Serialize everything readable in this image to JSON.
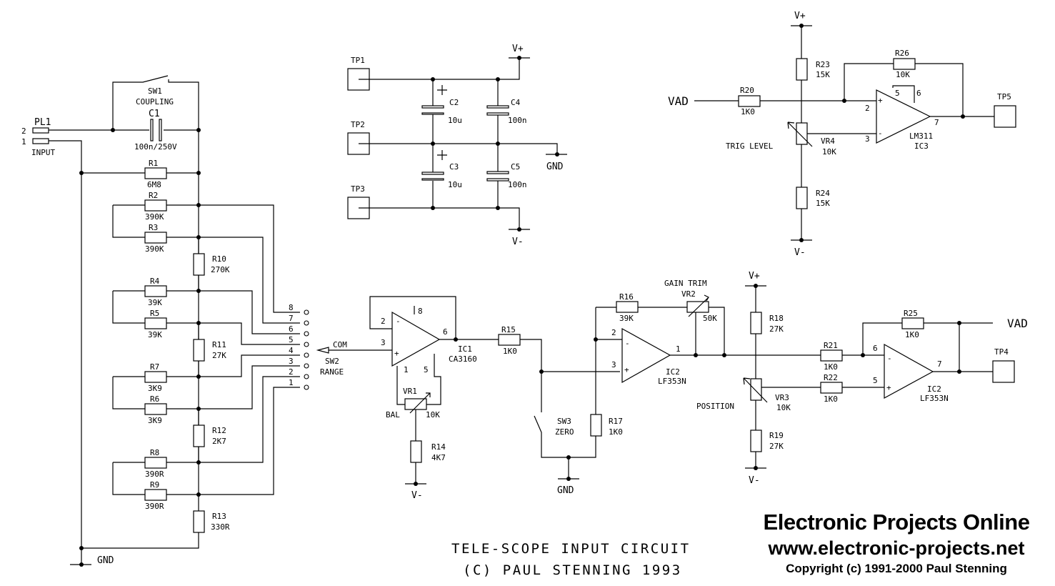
{
  "diagram": {
    "title_line1": "TELE-SCOPE INPUT CIRCUIT",
    "title_line2": "(C) PAUL STENNING 1993",
    "branding": {
      "name": "Electronic Projects Online",
      "url": "www.electronic-projects.net",
      "copyright": "Copyright (c) 1991-2000 Paul Stenning"
    },
    "colors": {
      "ink": "#000000",
      "background": "#ffffff"
    },
    "input_section": {
      "connector": {
        "ref": "PL1",
        "name": "INPUT",
        "pin2": "2",
        "pin1": "1"
      },
      "sw1": {
        "ref": "SW1",
        "name": "COUPLING"
      },
      "c1": {
        "ref": "C1",
        "value": "100n/250V"
      },
      "gnd": "GND",
      "resistors": [
        {
          "ref": "R1",
          "value": "6M8"
        },
        {
          "ref": "R2",
          "value": "390K"
        },
        {
          "ref": "R3",
          "value": "390K"
        },
        {
          "ref": "R4",
          "value": "39K"
        },
        {
          "ref": "R5",
          "value": "39K"
        },
        {
          "ref": "R7",
          "value": "3K9"
        },
        {
          "ref": "R6",
          "value": "3K9"
        },
        {
          "ref": "R8",
          "value": "390R"
        },
        {
          "ref": "R9",
          "value": "390R"
        },
        {
          "ref": "R10",
          "value": "270K"
        },
        {
          "ref": "R11",
          "value": "27K"
        },
        {
          "ref": "R12",
          "value": "2K7"
        },
        {
          "ref": "R13",
          "value": "330R"
        }
      ]
    },
    "range_switch": {
      "ref": "SW2",
      "name": "RANGE",
      "common": "COM",
      "positions": [
        "8",
        "7",
        "6",
        "5",
        "4",
        "3",
        "2",
        "1"
      ]
    },
    "supply_section": {
      "test_points": [
        "TP1",
        "TP2",
        "TP3"
      ],
      "vplus": "V+",
      "vminus": "V-",
      "gnd": "GND",
      "capacitors": [
        {
          "ref": "C2",
          "value": "10u"
        },
        {
          "ref": "C3",
          "value": "10u"
        },
        {
          "ref": "C4",
          "value": "100n"
        },
        {
          "ref": "C5",
          "value": "100n"
        }
      ],
      "polarity_mark": "+"
    },
    "buffer_stage": {
      "ic": {
        "ref": "IC1",
        "part": "CA3160"
      },
      "pins": {
        "inv": "2",
        "noninv": "3",
        "out": "6",
        "p8": "8",
        "p1": "1",
        "p5": "5"
      },
      "inv_sign": "-",
      "noninv_sign": "+",
      "vr1": {
        "ref": "VR1",
        "name": "BAL",
        "value": "10K"
      },
      "r14": {
        "ref": "R14",
        "value": "4K7"
      },
      "r15": {
        "ref": "R15",
        "value": "1K0"
      },
      "vminus": "V-"
    },
    "gain_stage": {
      "ic": {
        "ref": "IC2",
        "part": "LF353N"
      },
      "pins": {
        "inv": "2",
        "noninv": "3",
        "out": "1"
      },
      "r16": {
        "ref": "R16",
        "value": "39K"
      },
      "vr2": {
        "ref": "VR2",
        "name": "GAIN TRIM",
        "value": "50K"
      },
      "r17": {
        "ref": "R17",
        "value": "1K0"
      },
      "sw3": {
        "ref": "SW3",
        "name": "ZERO"
      },
      "gnd": "GND"
    },
    "position_stage": {
      "ic": {
        "ref": "IC2",
        "part": "LF353N"
      },
      "pins": {
        "inv": "6",
        "noninv": "5",
        "out": "7"
      },
      "r18": {
        "ref": "R18",
        "value": "27K"
      },
      "r19": {
        "ref": "R19",
        "value": "27K"
      },
      "vr3": {
        "ref": "VR3",
        "name": "POSITION",
        "value": "10K"
      },
      "r21": {
        "ref": "R21",
        "value": "1K0"
      },
      "r22": {
        "ref": "R22",
        "value": "1K0"
      },
      "r25": {
        "ref": "R25",
        "value": "1K0"
      },
      "output": "VAD",
      "test_point": "TP4",
      "vplus": "V+",
      "vminus": "V-"
    },
    "trigger_stage": {
      "ic": {
        "ref": "IC3",
        "part": "LM311"
      },
      "pins": {
        "noninv": "2",
        "inv": "3",
        "out": "7",
        "p5": "5",
        "p6": "6"
      },
      "input": "VAD",
      "r20": {
        "ref": "R20",
        "value": "1K0"
      },
      "r23": {
        "ref": "R23",
        "value": "15K"
      },
      "r24": {
        "ref": "R24",
        "value": "15K"
      },
      "r26": {
        "ref": "R26",
        "value": "10K"
      },
      "vr4": {
        "ref": "VR4",
        "name": "TRIG LEVEL",
        "value": "10K"
      },
      "test_point": "TP5",
      "vplus": "V+",
      "vminus": "V-"
    }
  }
}
